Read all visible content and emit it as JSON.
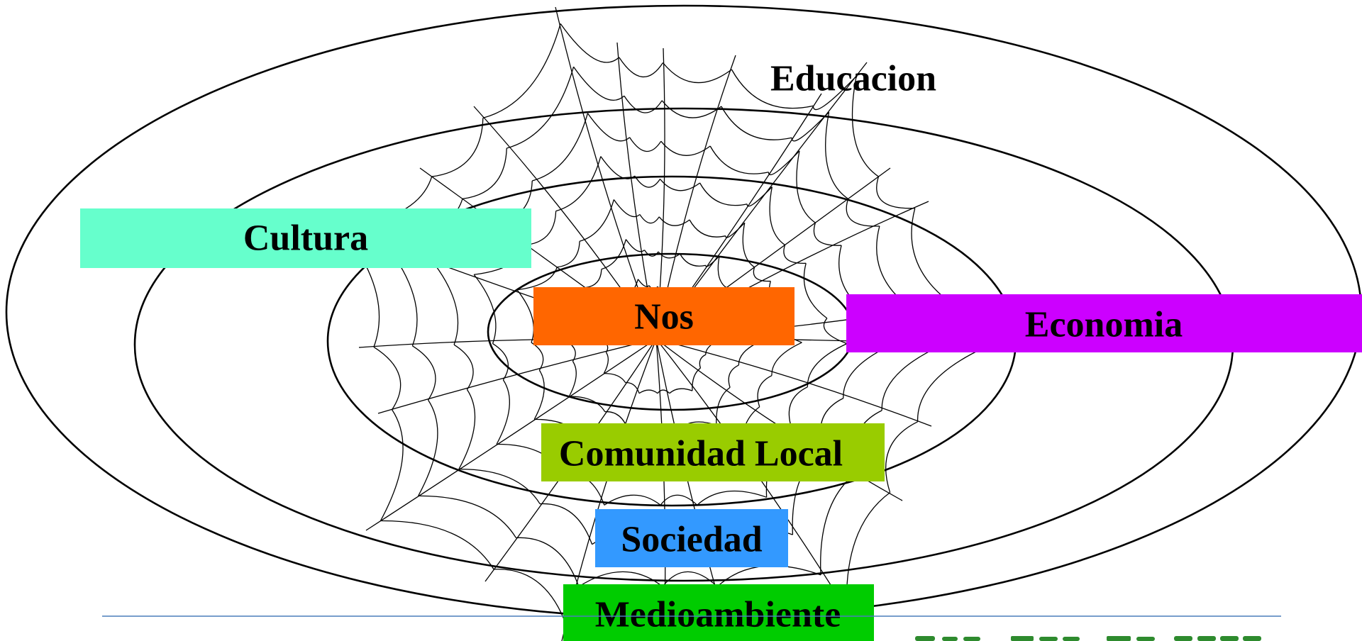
{
  "labels": {
    "cultura": "Cultura",
    "educacion": "Educacion",
    "nos": "Nos",
    "economia": "Economia",
    "comunidad_local": "Comunidad Local",
    "sociedad": "Sociedad",
    "medioambiente": "Medioambiente"
  },
  "colors": {
    "cultura": "#66ffcc",
    "nos": "#ff6600",
    "economia": "#cc00ff",
    "comunidad_local": "#99cc00",
    "sociedad": "#3399ff",
    "medioambiente": "#00cc00",
    "footer_line": "#4a7ebb",
    "footer_text": "#2e8b2e"
  }
}
